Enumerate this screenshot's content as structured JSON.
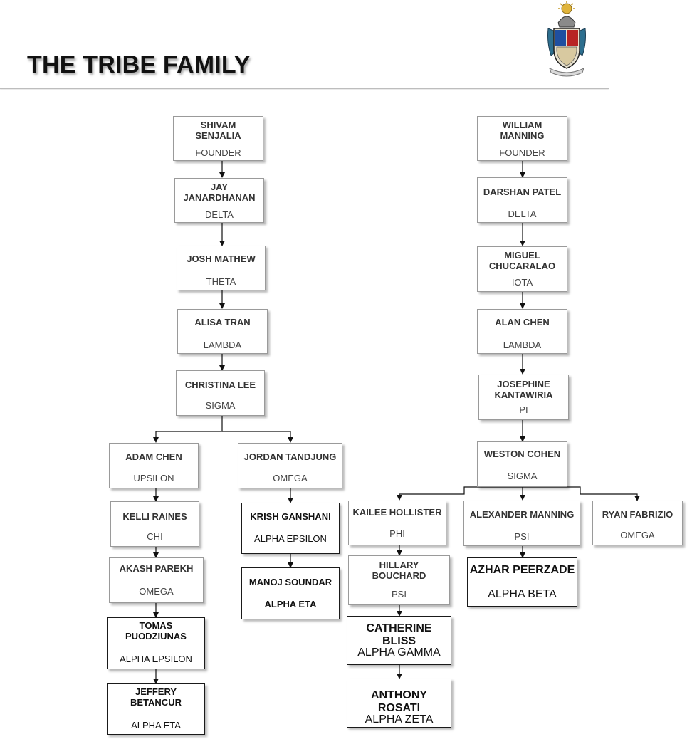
{
  "title": "THE TRIBE FAMILY",
  "crest_icon": "fraternity-crest-icon",
  "tree": {
    "shivam": {
      "name": "SHIVAM\nSENJALIA",
      "chapter": "FOUNDER"
    },
    "jay": {
      "name": "JAY\nJANARDHANAN",
      "chapter": "DELTA"
    },
    "josh": {
      "name": "JOSH MATHEW",
      "chapter": "THETA"
    },
    "alisa": {
      "name": "ALISA TRAN",
      "chapter": "LAMBDA"
    },
    "christina": {
      "name": "CHRISTINA LEE",
      "chapter": "SIGMA"
    },
    "adam": {
      "name": "ADAM CHEN",
      "chapter": "UPSILON"
    },
    "kelli": {
      "name": "KELLI RAINES",
      "chapter": "CHI"
    },
    "akash": {
      "name": "AKASH PAREKH",
      "chapter": "OMEGA"
    },
    "tomas": {
      "name": "TOMAS\nPUODZIUNAS",
      "chapter": "ALPHA EPSILON"
    },
    "jeffery": {
      "name": "JEFFERY\nBETANCUR",
      "chapter": "ALPHA ETA"
    },
    "jordan": {
      "name": "JORDAN TANDJUNG",
      "chapter": "OMEGA"
    },
    "krish": {
      "name": "KRISH GANSHANI",
      "chapter": "ALPHA EPSILON"
    },
    "manoj": {
      "name": "MANOJ SOUNDAR",
      "chapter": "ALPHA ETA"
    },
    "william": {
      "name": "WILLIAM\nMANNING",
      "chapter": "FOUNDER"
    },
    "darshan": {
      "name": "DARSHAN PATEL",
      "chapter": "DELTA"
    },
    "miguel": {
      "name": "MIGUEL\nCHUCARALAO",
      "chapter": "IOTA"
    },
    "alan": {
      "name": "ALAN CHEN",
      "chapter": "LAMBDA"
    },
    "josephine": {
      "name": "JOSEPHINE\nKANTAWIRIA",
      "chapter": "PI"
    },
    "weston": {
      "name": "WESTON COHEN",
      "chapter": "SIGMA"
    },
    "kailee": {
      "name": "KAILEE HOLLISTER",
      "chapter": "PHI"
    },
    "hillary": {
      "name": "HILLARY\nBOUCHARD",
      "chapter": "PSI"
    },
    "catherine": {
      "name": "CATHERINE BLISS",
      "chapter": "ALPHA GAMMA"
    },
    "anthony": {
      "name": "ANTHONY ROSATI",
      "chapter": "ALPHA ZETA"
    },
    "alexander": {
      "name": "ALEXANDER MANNING",
      "chapter": "PSI"
    },
    "azhar": {
      "name": "AZHAR PEERZADE",
      "chapter": "ALPHA BETA"
    },
    "ryan": {
      "name": "RYAN FABRIZIO",
      "chapter": "OMEGA"
    }
  }
}
